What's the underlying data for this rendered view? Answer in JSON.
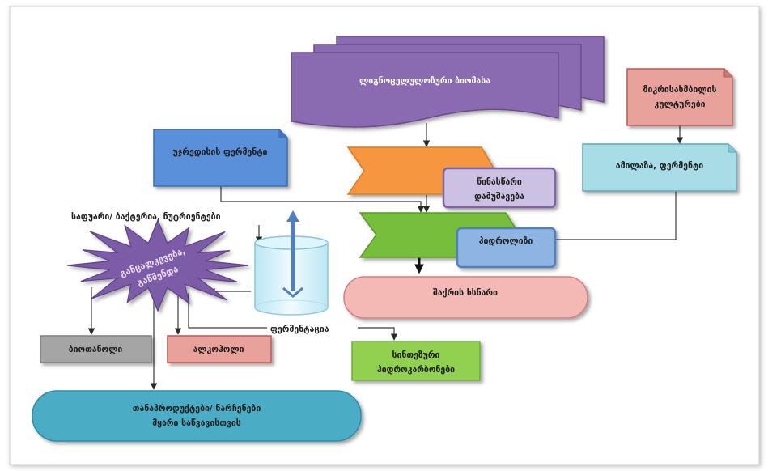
{
  "diagram": {
    "biomass": "ლიგნოცელულოზური ბიომასა",
    "microbial_cultures": [
      "მიკრისახმბილის",
      "კულტურები"
    ],
    "cell_enzyme": "უჯრედისის ფერმენტი",
    "pretreatment": [
      "წინასწარი",
      "დამუშავება"
    ],
    "amylase": "ამილაზა, ფერმენტი",
    "hydrolysis": "ჰიდროლიზი",
    "sugar_solution": "შაქრის ხსნარი",
    "yeast_bacteria": "საფუარი/ ბაქტერია, ნუტრიენტები",
    "separation": [
      "განცალკევება,",
      "გაწმენდა"
    ],
    "bioethanol": "ბიოთანოლი",
    "alcohol": "ალკოჰოლი",
    "fermentation": "ფერმენტაცია",
    "synthetic_hydrocarbons": [
      "სინთეზური",
      "ჰიდროკარბონები"
    ],
    "coproducts": [
      "თანაპროდუქტები/ ნარჩენები",
      "მყარი საწვავისთვის"
    ]
  },
  "colors": {
    "biomass": "#8a6bb0",
    "microbial": "#e9a29b",
    "cell_enzyme": "#5a8fd9",
    "pretreatment_arrow": "#f7963f",
    "pretreatment_label": "#ccc1e2",
    "amylase": "#a8dce6",
    "hydrolysis_arrow": "#78be3c",
    "hydrolysis_label": "#8eb4e3",
    "sugar": "#f4b9b5",
    "separation": "#7b5ba7",
    "bioethanol": "#a5a5a5",
    "alcohol": "#e9a29b",
    "synthetic": "#92d050",
    "coproducts": "#4bacc6"
  }
}
